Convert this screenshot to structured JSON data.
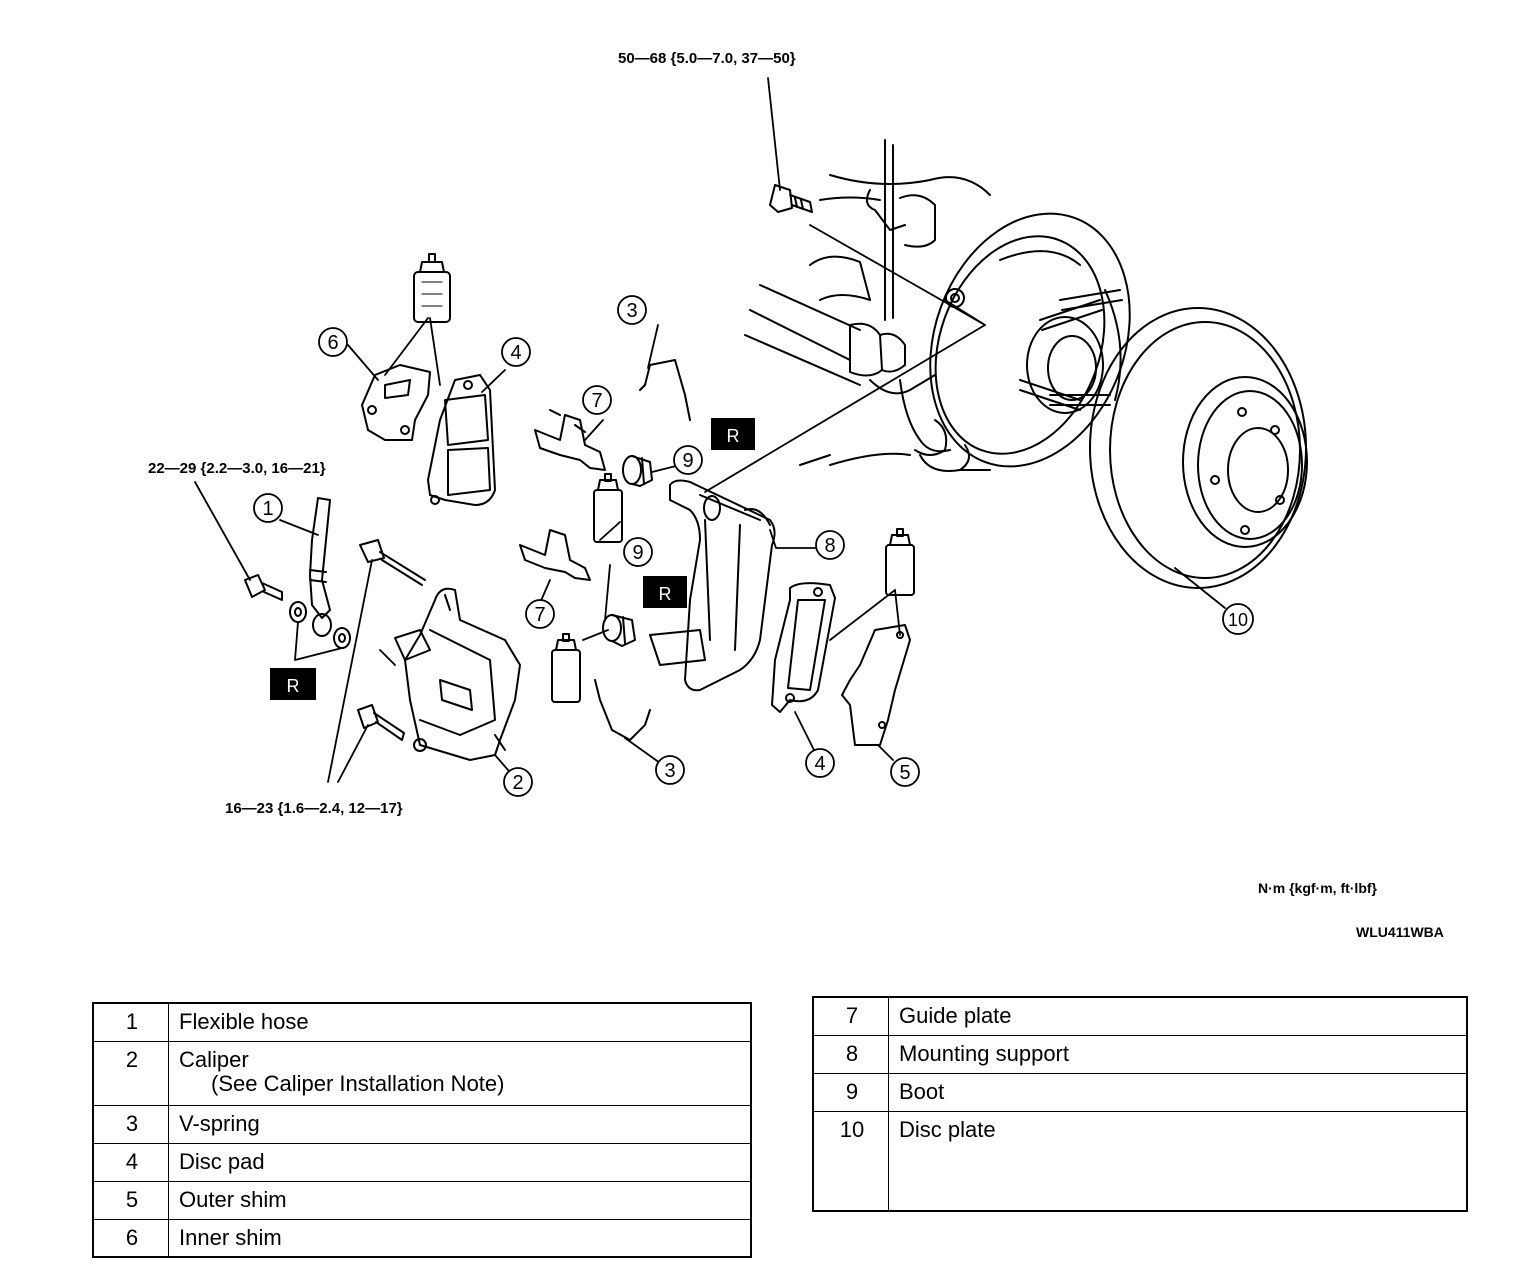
{
  "torque_labels": {
    "t1": "50—68 {5.0—7.0, 37—50}",
    "t2": "22—29 {2.2—3.0, 16—21}",
    "t3": "16—23 {1.6—2.4, 12—17}"
  },
  "units_note": "N·m {kgf·m, ft·lbf}",
  "figure_code": "WLU411WBA",
  "replace_mark": "R",
  "callouts": [
    "1",
    "2",
    "3",
    "4",
    "5",
    "6",
    "7",
    "8",
    "9",
    "10"
  ],
  "legend_left": [
    {
      "num": "1",
      "name": "Flexible hose"
    },
    {
      "num": "2",
      "name": "Caliper",
      "note": "(See  Caliper Installation Note)"
    },
    {
      "num": "3",
      "name": "V-spring"
    },
    {
      "num": "4",
      "name": "Disc pad"
    },
    {
      "num": "5",
      "name": "Outer shim"
    },
    {
      "num": "6",
      "name": "Inner shim"
    }
  ],
  "legend_right": [
    {
      "num": "7",
      "name": "Guide plate"
    },
    {
      "num": "8",
      "name": "Mounting support"
    },
    {
      "num": "9",
      "name": "Boot"
    },
    {
      "num": "10",
      "name": "Disc plate"
    }
  ]
}
